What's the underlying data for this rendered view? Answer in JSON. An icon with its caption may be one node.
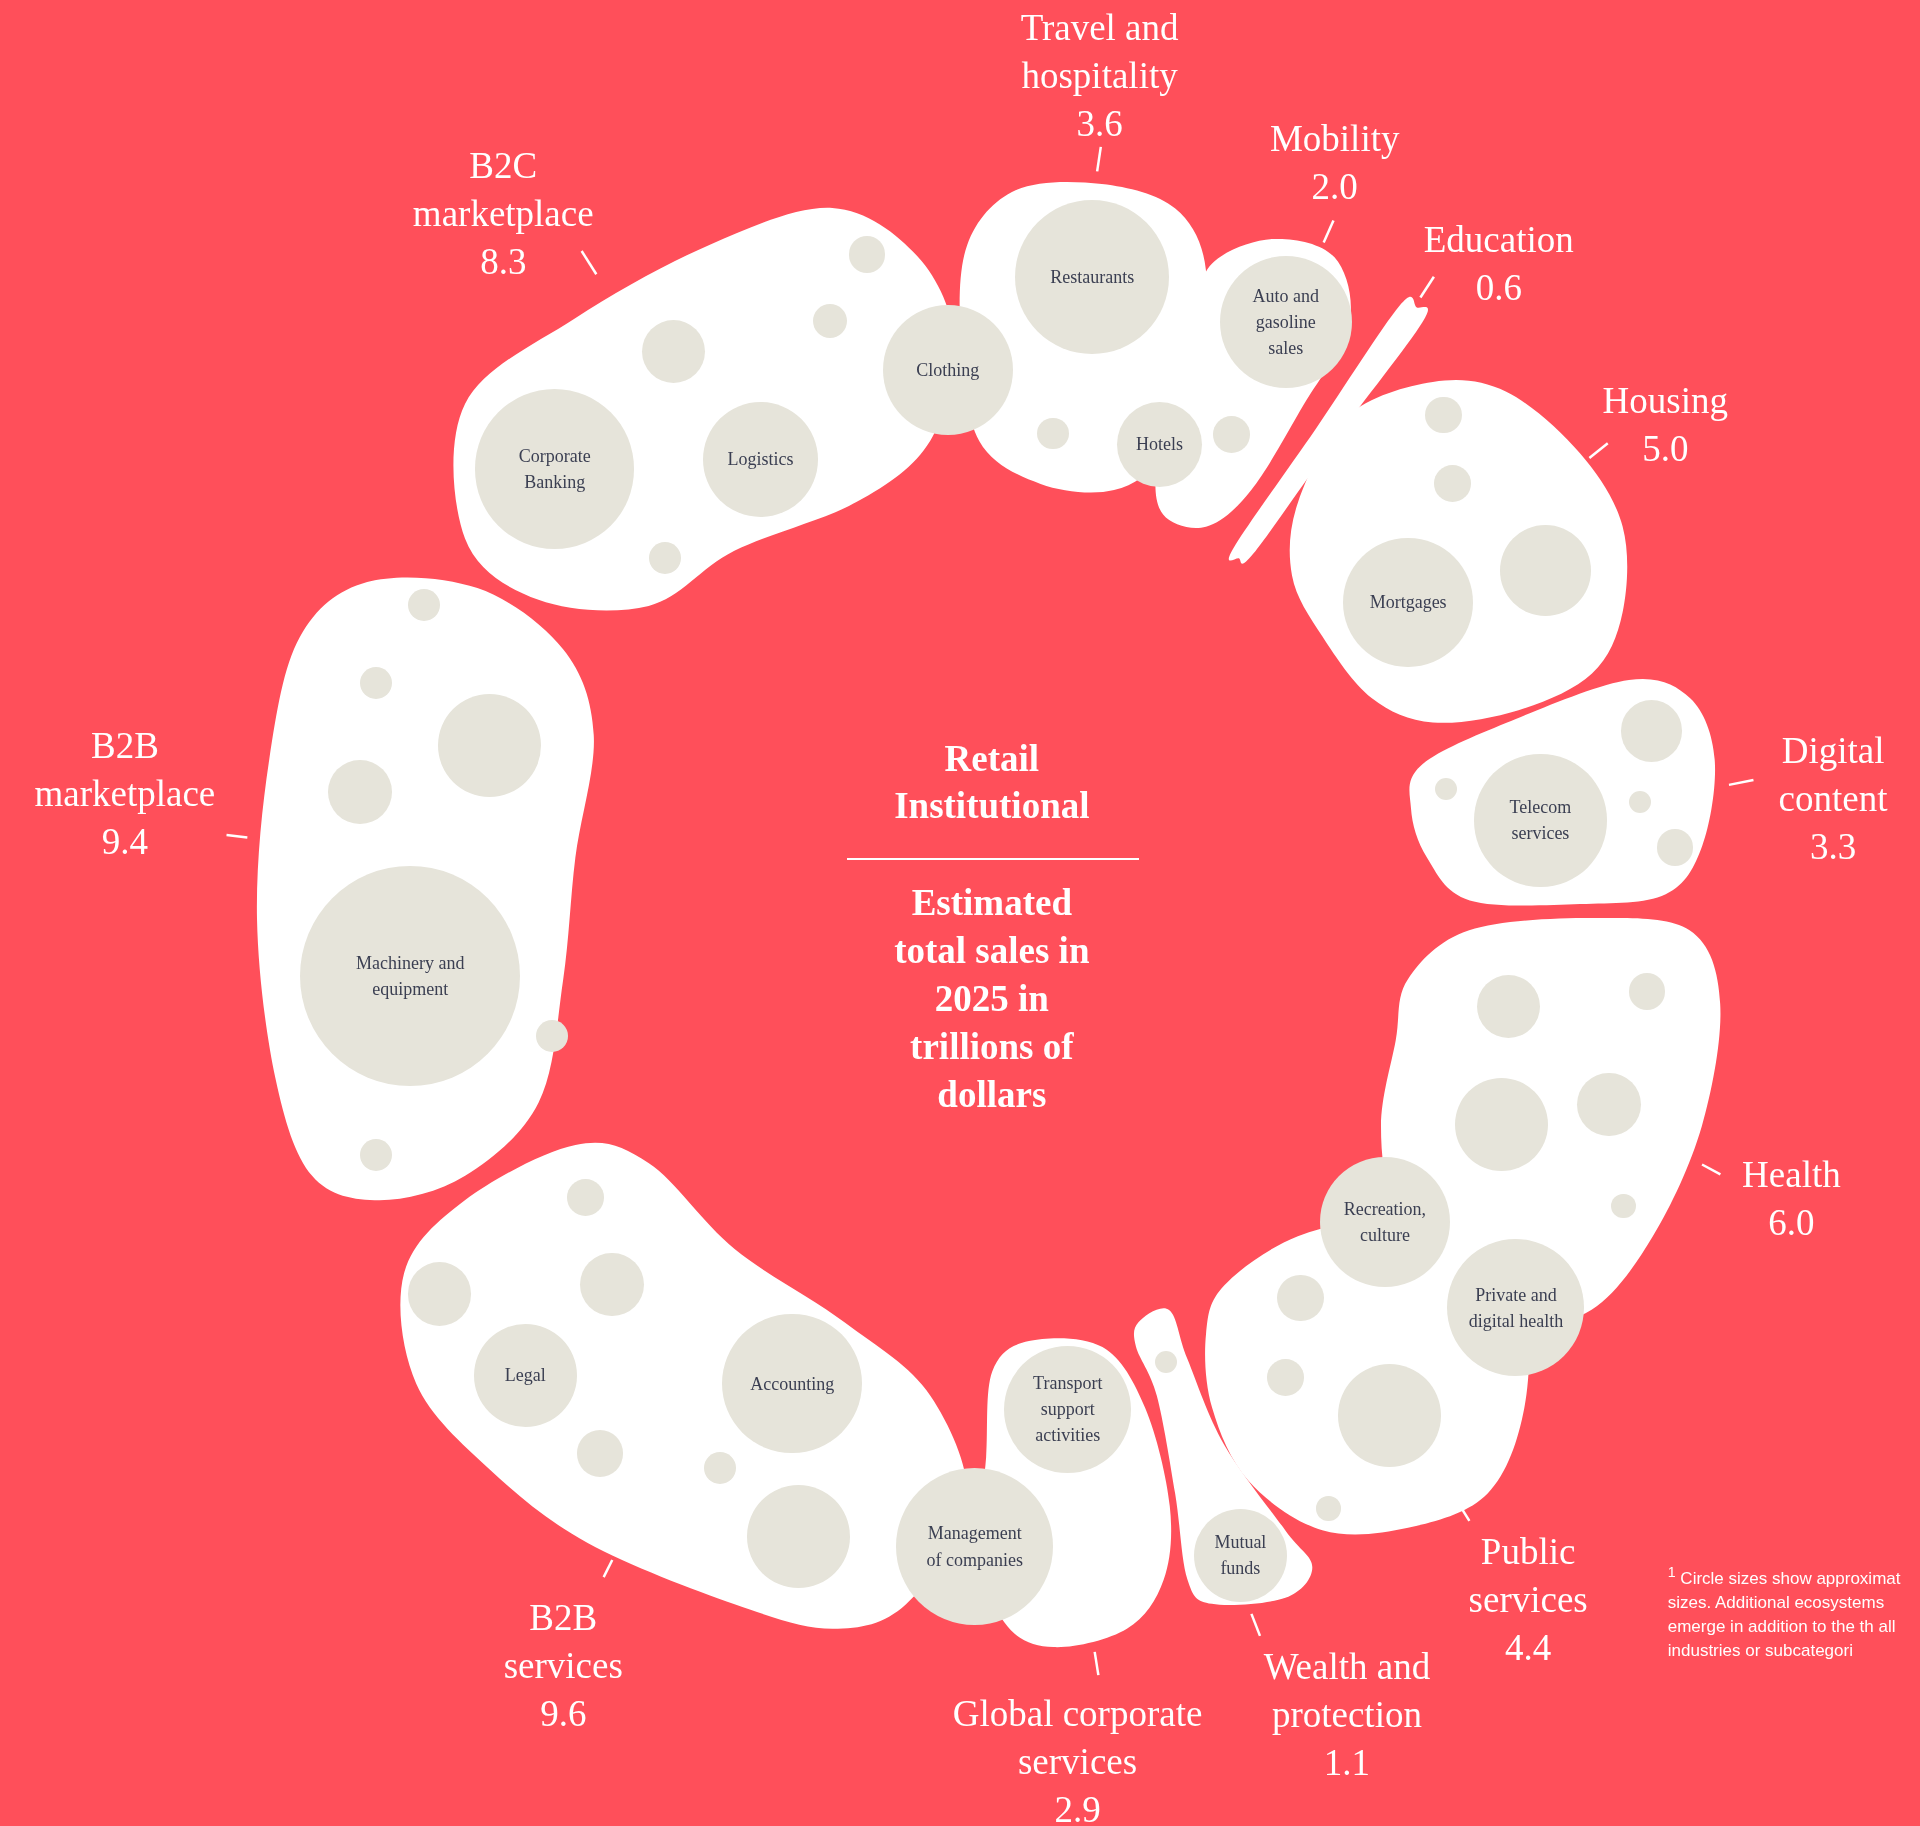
{
  "diagram": {
    "nodes": [
      {
        "text": [
          "Travel and hospitality",
          "3.6"
        ]
      },
      {
        "text": [],
        "shape": "blob"
      },
      {
        "text": [
          "Restaurants"
        ],
        "in": 1
      },
      {
        "text": [],
        "shape": "circle",
        "in": 1
      },
      {
        "text": [
          "Hotels"
        ],
        "in": 1
      },
      {
        "text": [
          "Mobility",
          "2.0"
        ]
      },
      {
        "text": [],
        "shape": "blob"
      },
      {
        "text": [
          "Auto and gasoline sales"
        ],
        "in": 6
      },
      {
        "text": [],
        "shape": "circle",
        "in": 6
      },
      {
        "text": [
          "Education",
          "0.6"
        ]
      },
      {
        "text": [],
        "shape": "blob"
      },
      {
        "text": [
          "Housing",
          "5.0"
        ]
      },
      {
        "text": [],
        "shape": "blob"
      },
      {
        "text": [],
        "shape": "circle",
        "in": 12
      },
      {
        "text": [],
        "shape": "circle",
        "in": 12
      },
      {
        "text": [
          "Mortgages"
        ],
        "in": 12
      },
      {
        "text": [],
        "shape": "circle",
        "in": 12
      },
      {
        "text": [
          "Digital content",
          "3.3"
        ]
      },
      {
        "text": [],
        "shape": "blob"
      },
      {
        "text": [],
        "shape": "circle",
        "in": 18
      },
      {
        "text": [],
        "shape": "circle",
        "in": 18
      },
      {
        "text": [
          "Telecom services"
        ],
        "in": 18
      },
      {
        "text": [],
        "shape": "circle",
        "in": 18
      },
      {
        "text": [],
        "shape": "circle",
        "in": 18
      },
      {
        "text": [
          "Health",
          "6.0"
        ]
      },
      {
        "text": [],
        "shape": "blob"
      },
      {
        "text": [],
        "shape": "circle",
        "in": 25
      },
      {
        "text": [],
        "shape": "circle",
        "in": 25
      },
      {
        "text": [],
        "shape": "circle",
        "in": 25
      },
      {
        "text": [],
        "shape": "circle",
        "in": 25
      },
      {
        "text": [],
        "shape": "circle",
        "in": 25
      },
      {
        "text": [
          "Recreation, culture"
        ]
      },
      {
        "text": [
          "Private and digital health"
        ]
      },
      {
        "text": [
          "Public services",
          "4.4"
        ]
      },
      {
        "text": [],
        "shape": "blob"
      },
      {
        "text": [],
        "shape": "circle",
        "in": 34
      },
      {
        "text": [],
        "shape": "circle",
        "in": 34
      },
      {
        "text": [],
        "shape": "circle",
        "in": 34
      },
      {
        "text": [],
        "shape": "circle",
        "in": 34
      },
      {
        "text": [
          "Wealth and protection",
          "1.1"
        ]
      },
      {
        "text": [],
        "shape": "blob"
      },
      {
        "text": [],
        "shape": "circle",
        "in": 40
      },
      {
        "text": [
          "Mutual funds"
        ],
        "in": 40
      },
      {
        "text": [
          "Global corporate services",
          "2.9"
        ]
      },
      {
        "text": [],
        "shape": "blob"
      },
      {
        "text": [
          "Transport support activities"
        ],
        "in": 44
      },
      {
        "text": [
          "Management of companies"
        ]
      },
      {
        "text": [
          "B2B services",
          "9.6"
        ]
      },
      {
        "text": [],
        "shape": "blob"
      },
      {
        "text": [],
        "shape": "circle",
        "in": 48
      },
      {
        "text": [],
        "shape": "circle",
        "in": 48
      },
      {
        "text": [],
        "shape": "circle",
        "in": 48
      },
      {
        "text": [
          "Legal"
        ],
        "in": 48
      },
      {
        "text": [
          "Accounting"
        ],
        "in": 48
      },
      {
        "text": [],
        "shape": "circle",
        "in": 48
      },
      {
        "text": [],
        "shape": "circle",
        "in": 48
      },
      {
        "text": [],
        "shape": "circle",
        "in": 48
      },
      {
        "text": [
          "B2B marketplace",
          "9.4"
        ]
      },
      {
        "text": [],
        "shape": "blob"
      },
      {
        "text": [],
        "shape": "circle",
        "in": 58
      },
      {
        "text": [],
        "shape": "circle",
        "in": 58
      },
      {
        "text": [],
        "shape": "circle",
        "in": 58
      },
      {
        "text": [],
        "shape": "circle",
        "in": 58
      },
      {
        "text": [
          "Machinery and equipment"
        ],
        "in": 58
      },
      {
        "text": [],
        "shape": "circle",
        "in": 58
      },
      {
        "text": [],
        "shape": "circle",
        "in": 58
      },
      {
        "text": [
          "B2C marketplace",
          "8.3"
        ]
      },
      {
        "text": [],
        "shape": "blob"
      },
      {
        "text": [],
        "shape": "circle",
        "in": 67
      },
      {
        "text": [],
        "shape": "circle",
        "in": 67
      },
      {
        "text": [],
        "shape": "circle",
        "in": 67
      },
      {
        "text": [
          "Corporate Banking"
        ],
        "in": 67
      },
      {
        "text": [
          "Logistics"
        ],
        "in": 67
      },
      {
        "text": [],
        "shape": "circle",
        "in": 67
      },
      {
        "text": [
          "Clothing"
        ]
      }
    ],
    "edges": [
      {
        "from": 0,
        "to": 1,
        "arrow": "none"
      },
      {
        "from": 5,
        "to": 6,
        "arrow": "none"
      },
      {
        "from": 9,
        "to": 10,
        "arrow": "none"
      },
      {
        "from": 11,
        "to": 12,
        "arrow": "none"
      },
      {
        "from": 17,
        "to": 18,
        "arrow": "none"
      },
      {
        "from": 24,
        "to": 25,
        "arrow": "none"
      },
      {
        "from": 33,
        "to": 34,
        "arrow": "none"
      },
      {
        "from": 39,
        "to": 40,
        "arrow": "none"
      },
      {
        "from": 43,
        "to": 44,
        "arrow": "none"
      },
      {
        "from": 47,
        "to": 48,
        "arrow": "none"
      },
      {
        "from": 57,
        "to": 58,
        "arrow": "none"
      },
      {
        "from": 66,
        "to": 67,
        "arrow": "none"
      }
    ],
    "labels": [
      "Retail",
      "Institutional",
      "Estimated total sales in 2025 in trillions of dollars",
      "$^{1}$ Circle sizes show approximat sizes. Additional ecosystems emerge in addition to the th all industries or subcategori"
    ]
  }
}
